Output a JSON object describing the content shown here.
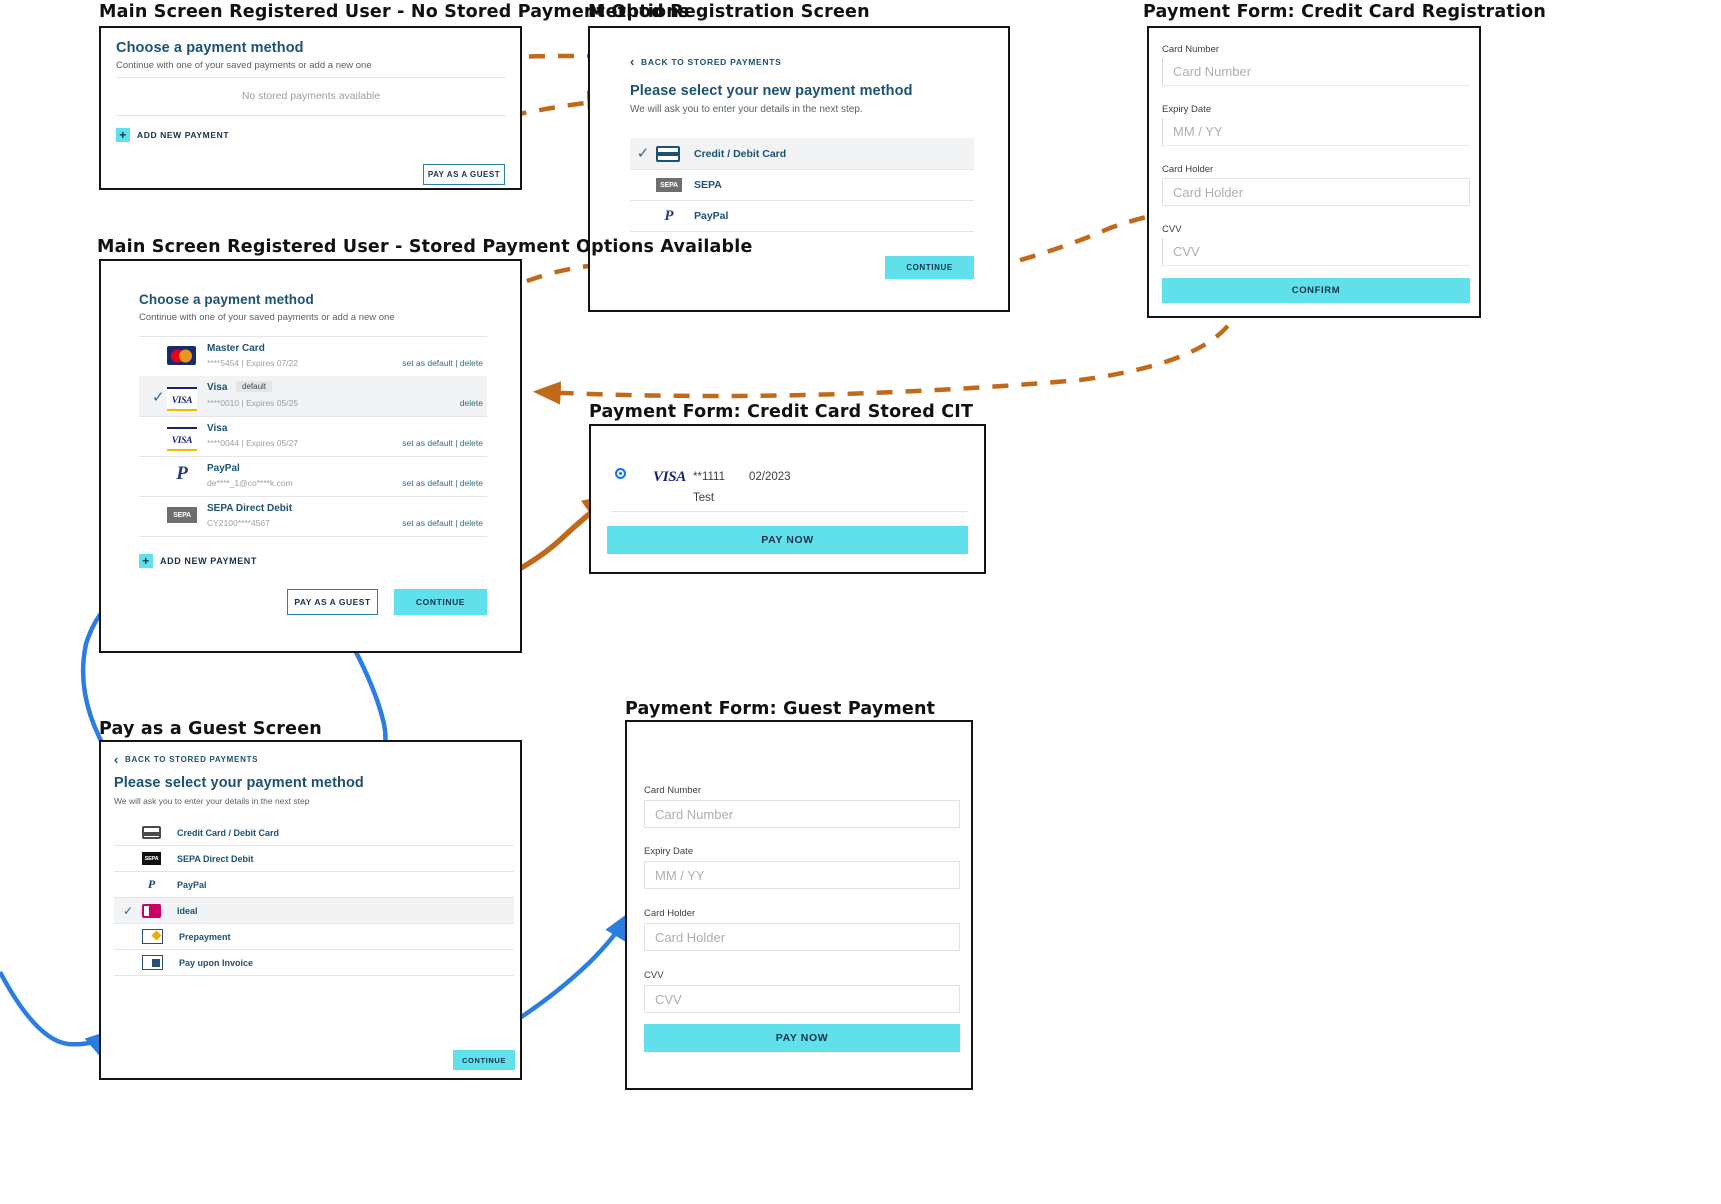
{
  "sections": {
    "s1_title": "Main Screen Registered User - No Stored Payment Options",
    "s2_title": "Method Registration Screen",
    "s3_title": "Payment Form: Credit Card Registration",
    "s4_title": "Main Screen Registered User - Stored Payment Options Available",
    "s5_title": "Payment Form: Credit Card Stored CIT",
    "s6_title": "Pay as a Guest Screen",
    "s7_title": "Payment Form: Guest Payment"
  },
  "no_stored": {
    "heading": "Choose a payment method",
    "subheading": "Continue with one of your saved payments or add a new one",
    "empty_text": "No stored payments available",
    "add_new": "ADD NEW PAYMENT",
    "pay_as_guest": "PAY AS A GUEST"
  },
  "method_registration": {
    "back_link": "BACK TO STORED PAYMENTS",
    "heading": "Please select your new payment method",
    "subheading": "We will ask you to enter your details in the next step.",
    "continue": "CONTINUE",
    "methods": [
      {
        "label": "Credit / Debit Card",
        "icon": "credit-card-icon",
        "selected": true
      },
      {
        "label": "SEPA",
        "icon": "sepa-icon",
        "selected": false
      },
      {
        "label": "PayPal",
        "icon": "paypal-icon",
        "selected": false
      }
    ]
  },
  "cc_registration": {
    "fields": [
      {
        "label": "Card Number",
        "placeholder": "Card Number"
      },
      {
        "label": "Expiry Date",
        "placeholder": "MM / YY"
      },
      {
        "label": "Card Holder",
        "placeholder": "Card Holder"
      },
      {
        "label": "CVV",
        "placeholder": "CVV"
      }
    ],
    "confirm": "CONFIRM"
  },
  "stored_options": {
    "heading": "Choose a payment method",
    "subheading": "Continue with one of your saved payments or add a new one",
    "add_new": "ADD NEW PAYMENT",
    "pay_as_guest": "PAY AS A GUEST",
    "continue": "CONTINUE",
    "set_default": "set as default",
    "delete": "delete",
    "separator": "|",
    "default_badge": "default",
    "items": [
      {
        "name": "Master Card",
        "detail": "****5454 | Expires 07/22",
        "icon": "mastercard-icon",
        "selected": false,
        "is_default": false
      },
      {
        "name": "Visa",
        "detail": "****0010 | Expires 05/25",
        "icon": "visa-icon",
        "selected": true,
        "is_default": true
      },
      {
        "name": "Visa",
        "detail": "****0044 | Expires 05/27",
        "icon": "visa-icon",
        "selected": false,
        "is_default": false
      },
      {
        "name": "PayPal",
        "detail": "de****_1@co****k.com",
        "icon": "paypal-icon",
        "selected": false,
        "is_default": false
      },
      {
        "name": "SEPA Direct Debit",
        "detail": "CY2100****4567",
        "icon": "sepa-icon",
        "selected": false,
        "is_default": false
      }
    ]
  },
  "stored_cit": {
    "card_brand": "VISA",
    "card_number": "**1111",
    "card_expiry": "02/2023",
    "card_holder": "Test",
    "pay_now": "PAY NOW"
  },
  "guest_screen": {
    "back_link": "BACK TO STORED PAYMENTS",
    "heading": "Please select your payment method",
    "subheading": "We will ask you to enter your details in the next step",
    "continue": "CONTINUE",
    "methods": [
      {
        "label": "Credit Card / Debit Card",
        "icon": "credit-card-icon",
        "selected": false
      },
      {
        "label": "SEPA Direct Debit",
        "icon": "sepa-icon",
        "selected": false
      },
      {
        "label": "PayPal",
        "icon": "paypal-icon",
        "selected": false
      },
      {
        "label": "Ideal",
        "icon": "ideal-icon",
        "selected": true
      },
      {
        "label": "Prepayment",
        "icon": "prepayment-icon",
        "selected": false
      },
      {
        "label": "Pay upon Invoice",
        "icon": "invoice-icon",
        "selected": false
      }
    ]
  },
  "guest_payment": {
    "fields": [
      {
        "label": "Card Number",
        "placeholder": "Card Number"
      },
      {
        "label": "Expiry Date",
        "placeholder": "MM / YY"
      },
      {
        "label": "Card Holder",
        "placeholder": "Card Holder"
      },
      {
        "label": "CVV",
        "placeholder": "CVV"
      }
    ],
    "pay_now": "PAY NOW"
  },
  "colors": {
    "accent_cyan": "#5FE0EA",
    "title_blue": "#1C5272",
    "arrow_orange": "#C1691A",
    "arrow_blue": "#2A7DE1",
    "panel_border": "#141414"
  }
}
